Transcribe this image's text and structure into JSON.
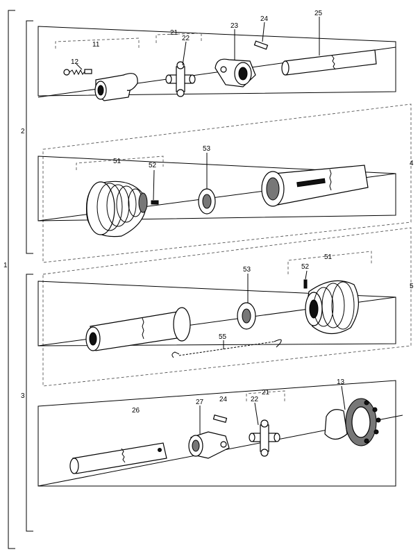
{
  "labels": {
    "l1": "1",
    "l2": "2",
    "l3": "3",
    "l4": "4",
    "l5": "5",
    "l11": "11",
    "l12": "12",
    "l13": "13",
    "l21a": "21",
    "l21b": "21",
    "l22a": "22",
    "l22b": "22",
    "l23": "23",
    "l24a": "24",
    "l24b": "24",
    "l25": "25",
    "l26": "26",
    "l27": "27",
    "l51a": "51",
    "l51b": "51",
    "l52a": "52",
    "l52b": "52",
    "l53a": "53",
    "l53b": "53",
    "l55": "55"
  },
  "colors": {
    "ink": "#000000",
    "paper": "#ffffff",
    "shade": "#777777"
  }
}
